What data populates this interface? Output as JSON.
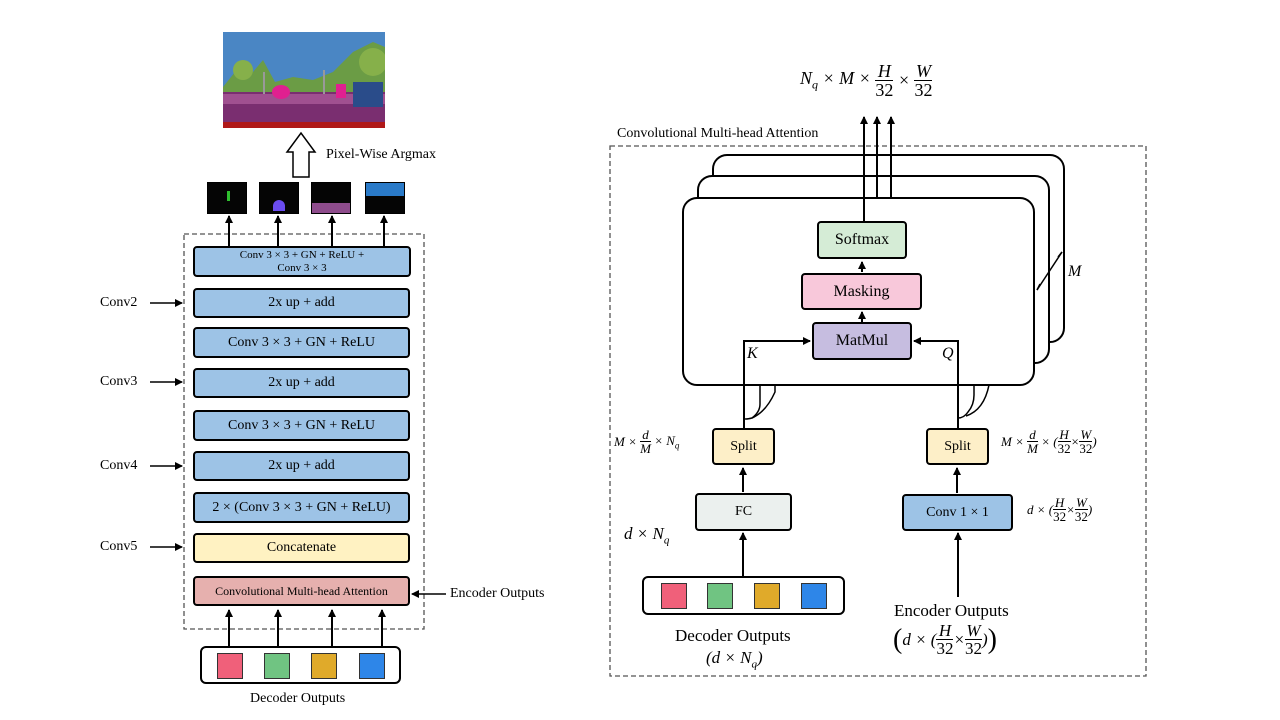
{
  "left": {
    "argmax_label": "Pixel-Wise  Argmax",
    "blocks": {
      "final_conv_line1": "Conv 3 × 3 + GN + ReLU +",
      "final_conv_line2": "Conv 3 × 3",
      "up2": "2x up + add",
      "conv2": "Conv  3 × 3 + GN + ReLU",
      "up3": "2x up + add",
      "conv3": "Conv  3 × 3 + GN + ReLU",
      "up4": "2x up + add",
      "conv4": "2 × (Conv 3 × 3 + GN + ReLU)",
      "concat": "Concatenate",
      "attn": "Convolutional Multi-head Attention"
    },
    "side_labels": [
      "Conv2",
      "Conv3",
      "Conv4",
      "Conv5"
    ],
    "encoder_label": "Encoder  Outputs",
    "decoder_label": "Decoder  Outputs"
  },
  "right": {
    "title": "Convolutional  Multi-head  Attention",
    "output_dims": "N_q × M × H/32 × W/32",
    "softmax": "Softmax",
    "masking": "Masking",
    "matmul": "MatMul",
    "k_label": "K",
    "q_label": "Q",
    "m_label": "M",
    "split_left": "Split",
    "split_right": "Split",
    "fc": "FC",
    "conv1x1": "Conv  1 × 1",
    "dim_split_left": "M × d/M × N_q",
    "dim_split_right": "M × d/M × (H/32 × W/32)",
    "dim_fc": "d × N_q",
    "dim_conv": "d × (H/32 × W/32)",
    "decoder_label": "Decoder Outputs",
    "decoder_dims": "(d × N_q)",
    "encoder_label": "Encoder Outputs",
    "encoder_dims": "(d × (H/32 × W/32))"
  },
  "colors": {
    "blue_block": "#9dc3e6",
    "concat": "#fff2c2",
    "attention": "#e6b0ae",
    "softmax": "#d5ecd6",
    "masking": "#f8c8da",
    "matmul": "#c6bde0",
    "split": "#fdefc8",
    "fc": "#ebf0ee",
    "squares": [
      "#f0607a",
      "#70c482",
      "#e0aa2a",
      "#2e86e8"
    ]
  }
}
